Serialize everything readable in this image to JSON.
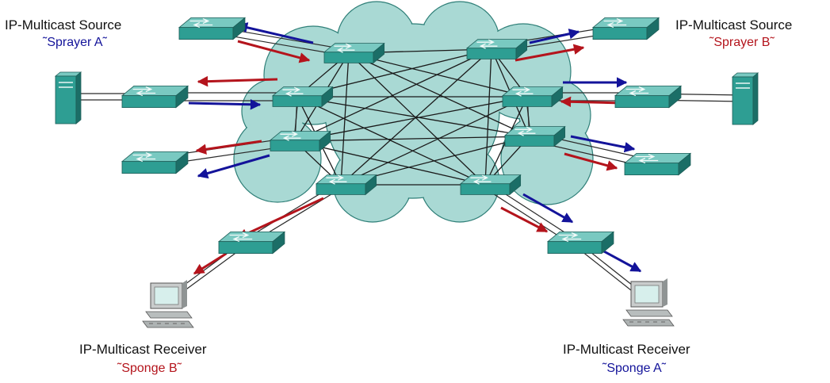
{
  "colors": {
    "cloud_fill": "#a9d9d4",
    "cloud_stroke": "#2f7f78",
    "device_top": "#79c9c1",
    "device_front": "#2e9e93",
    "device_side": "#1b6e67",
    "mesh_line": "#1a1a1a",
    "flow_blue": "#13139a",
    "flow_red": "#b4141c",
    "label_text": "#111111"
  },
  "labels": {
    "source_a": {
      "title": "IP-Multicast Source",
      "name": "˜Sprayer A˜",
      "name_color": "#13139a"
    },
    "source_b": {
      "title": "IP-Multicast Source",
      "name": "˜Sprayer B˜",
      "name_color": "#b4141c"
    },
    "receiver_b": {
      "title": "IP-Multicast Receiver",
      "name": "˜Sponge B˜",
      "name_color": "#b4141c"
    },
    "receiver_a": {
      "title": "IP-Multicast Receiver",
      "name": "˜Sponge A˜",
      "name_color": "#13139a"
    }
  },
  "devices": {
    "core_switch_icon": "switch-icon",
    "edge_switch_icon": "switch-icon",
    "server_icon": "server-tower-icon",
    "workstation_icon": "pc-workstation-icon"
  }
}
